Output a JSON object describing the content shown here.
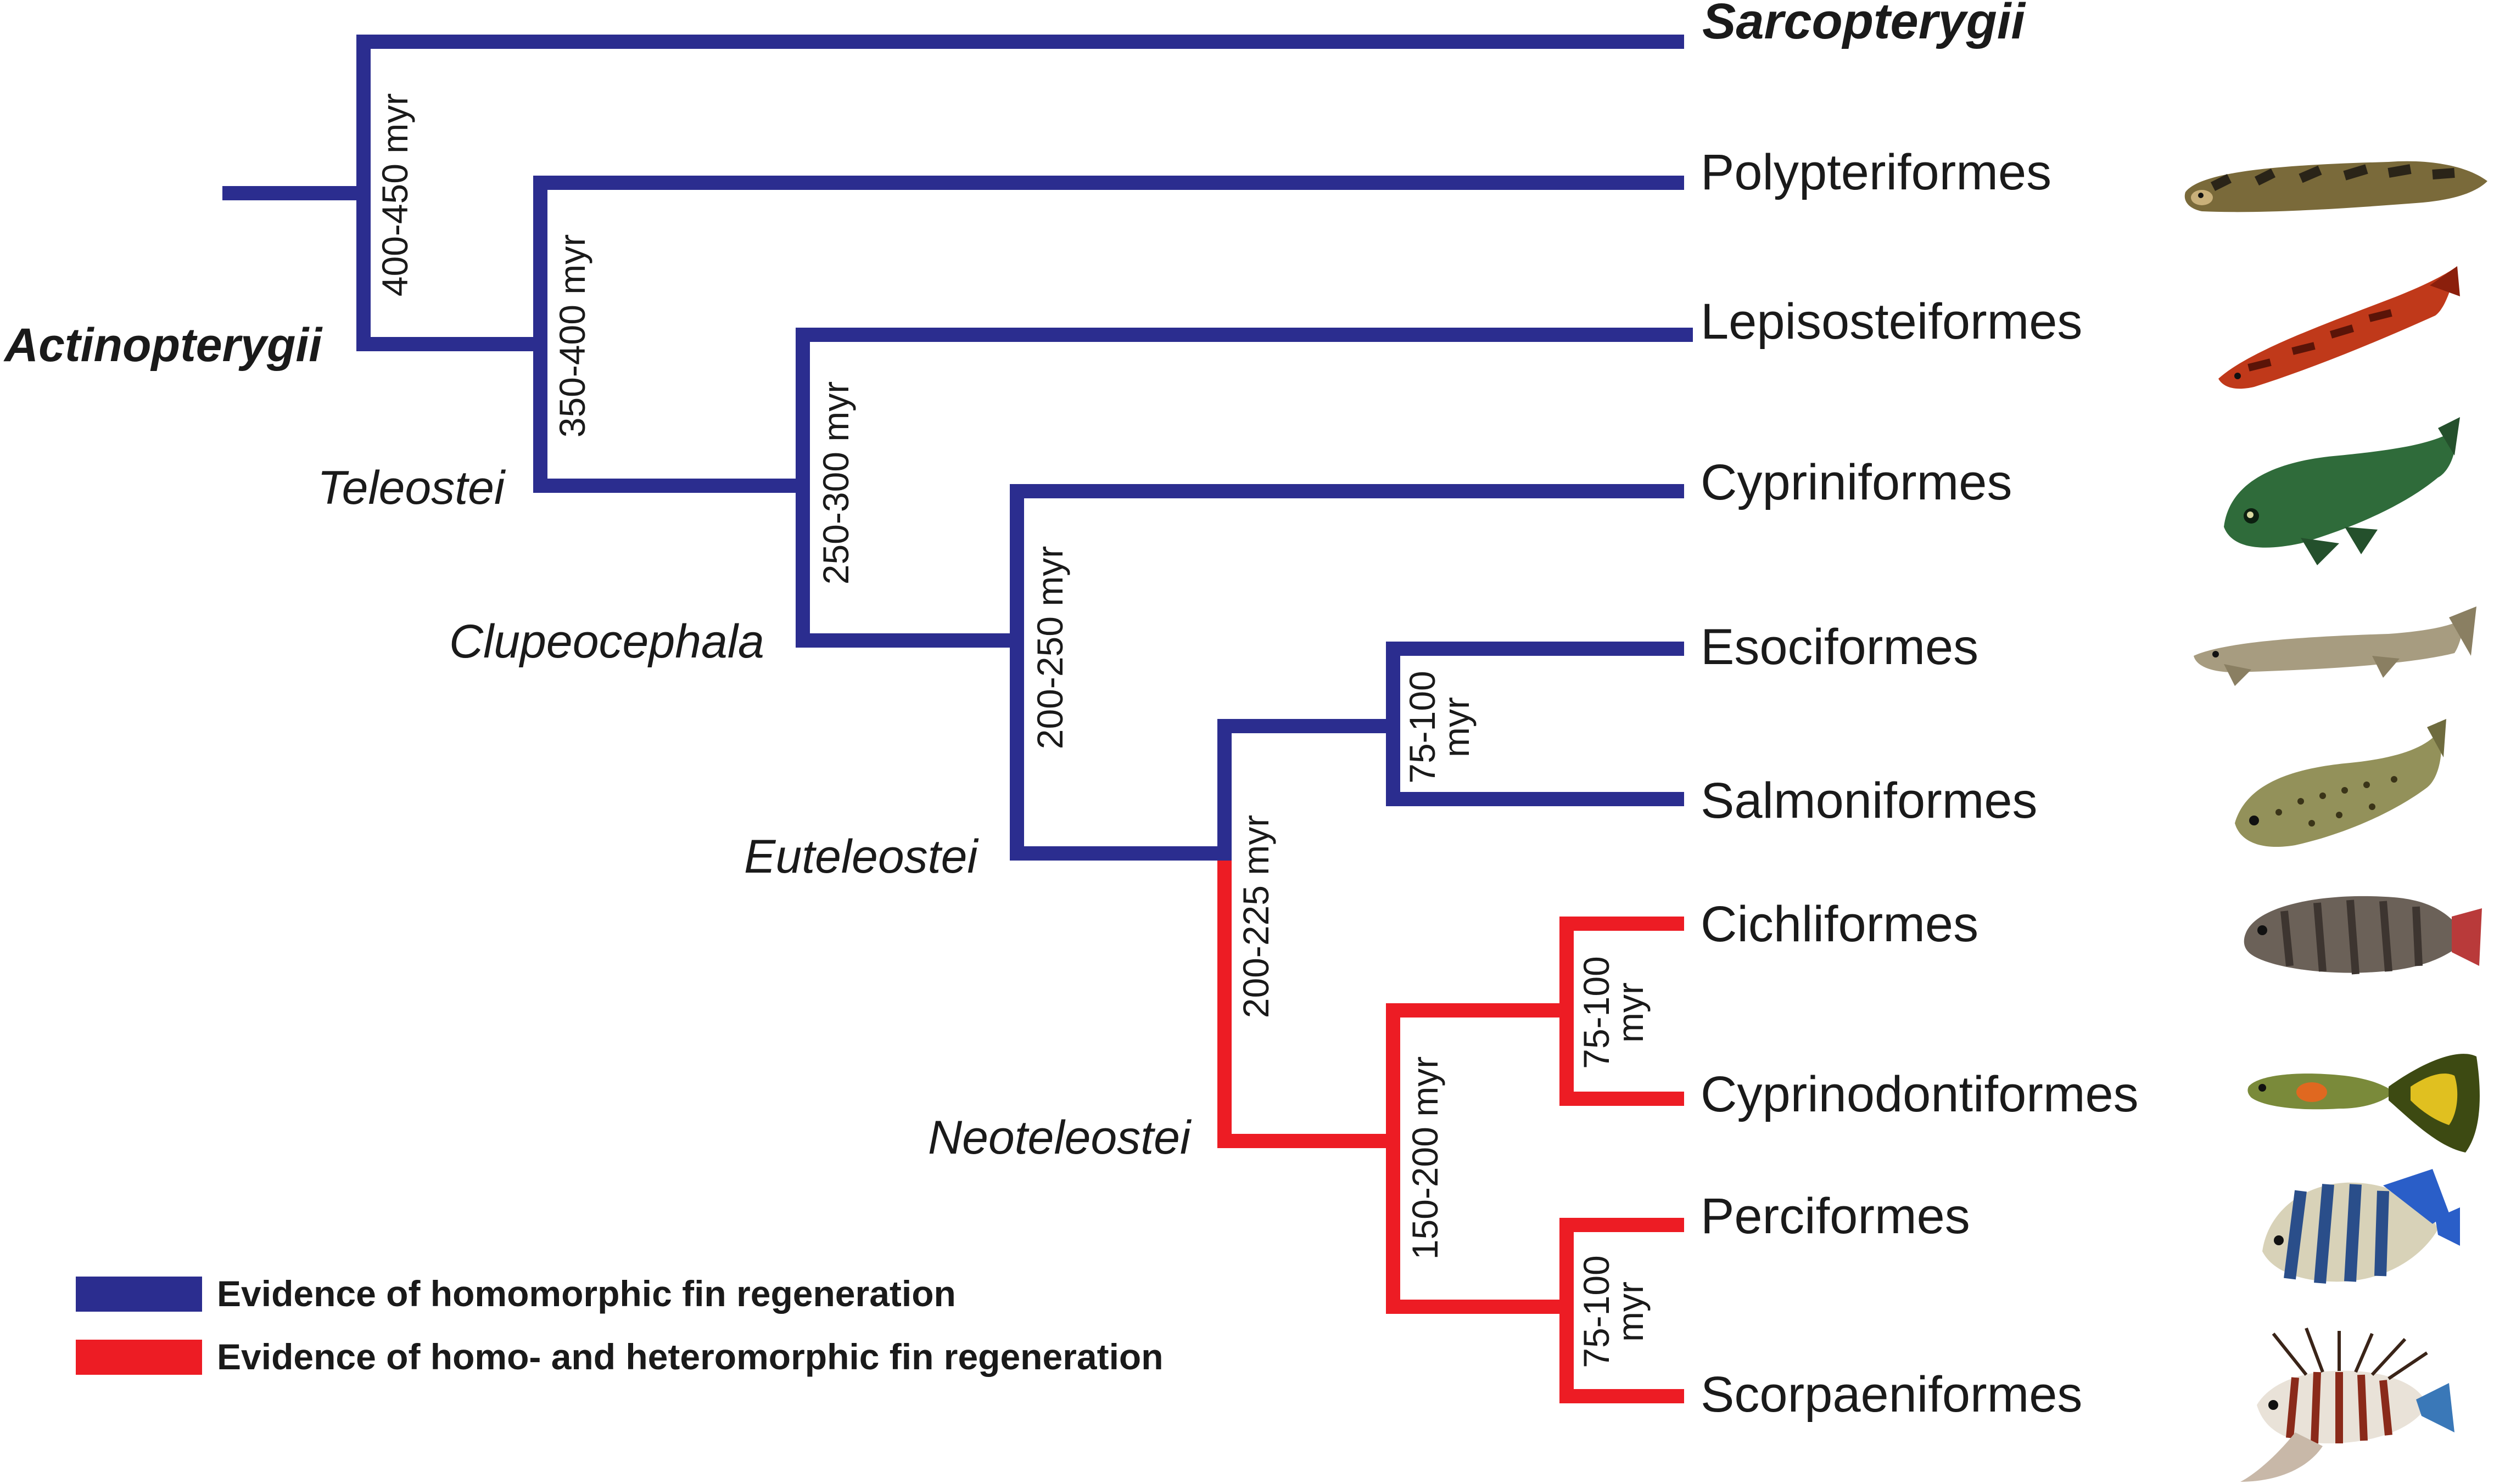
{
  "colors": {
    "homomorphic": "#2b2d8f",
    "heteromorphic": "#ed1c24"
  },
  "nodes": {
    "actinopterygii": "Actinopterygii",
    "teleostei": "Teleostei",
    "clupeocephala": "Clupeocephala",
    "euteleostei": "Euteleostei",
    "neoteleostei": "Neoteleostei"
  },
  "taxa": {
    "sarcopterygii": "Sarcopterygii",
    "polypteriformes": "Polypteriformes",
    "lepisosteiformes": "Lepisosteiformes",
    "cypriniformes": "Cypriniformes",
    "esociformes": "Esociformes",
    "salmoniformes": "Salmoniformes",
    "cichliformes": "Cichliformes",
    "cyprinodontiformes": "Cyprinodontiformes",
    "perciformes": "Perciformes",
    "scorpaeniformes": "Scorpaeniformes"
  },
  "ages": {
    "root": "400-450 myr",
    "teleostei": "350-400 myr",
    "clupeocephala": "250-300 myr",
    "euteleostei": "200-250 myr",
    "neoteleostei": "200-225 myr",
    "esox_salmo_1": "75-100",
    "esox_salmo_2": "myr",
    "percomorph": "150-200 myr",
    "cichlid_cyprino_1": "75-100",
    "cichlid_cyprino_2": "myr",
    "perc_scorp_1": "75-100",
    "perc_scorp_2": "myr"
  },
  "legend": {
    "homomorphic": "Evidence of homomorphic fin regeneration",
    "heteromorphic": "Evidence of homo- and heteromorphic fin regeneration"
  },
  "icons": [
    "bichir-icon",
    "gar-icon",
    "carp-icon",
    "pike-icon",
    "trout-icon",
    "tilapia-icon",
    "guppy-icon",
    "tang-icon",
    "lionfish-icon"
  ]
}
